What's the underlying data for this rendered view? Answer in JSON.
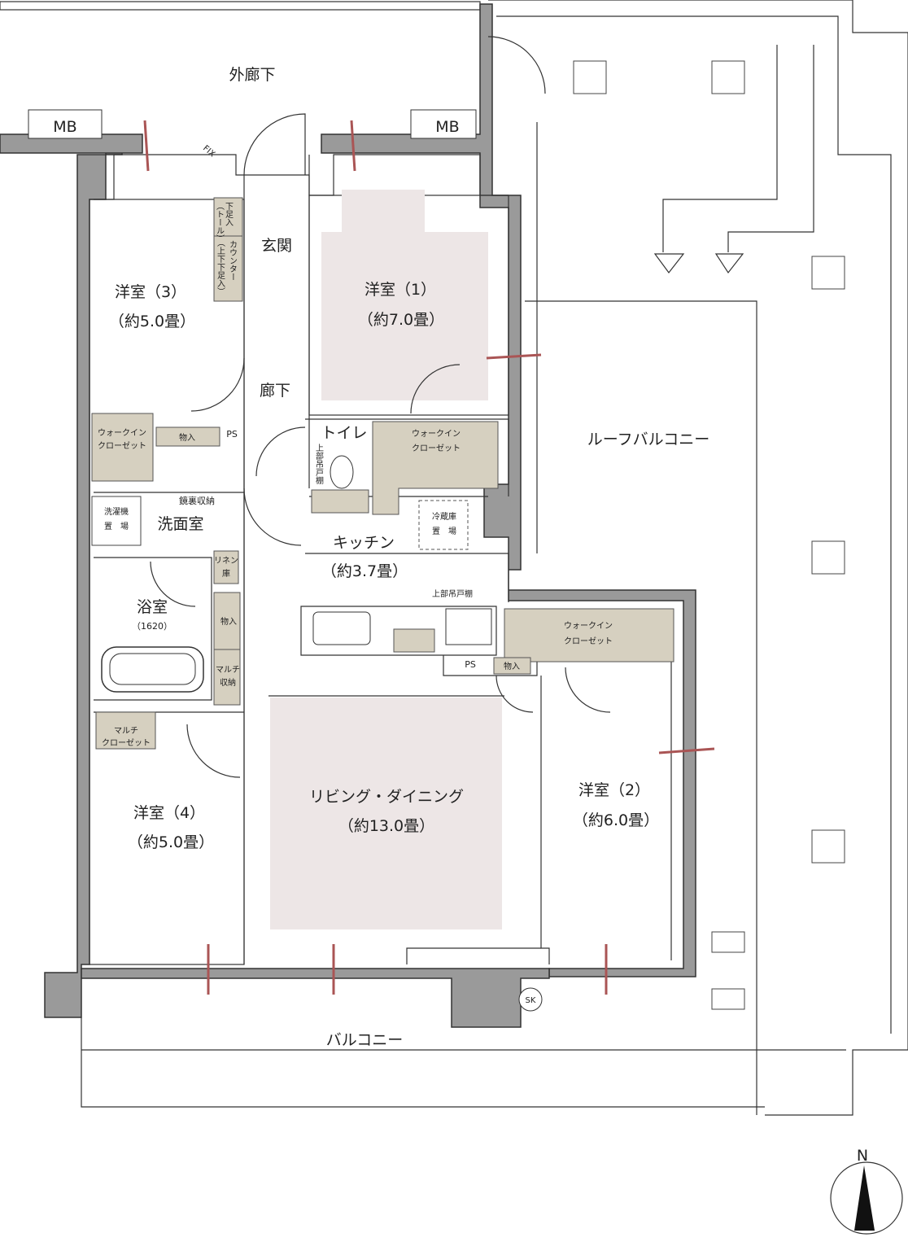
{
  "rooms": {
    "corridor_outer": "外廊下",
    "mb_left": "MB",
    "mb_right": "MB",
    "fix": "FIX",
    "entrance": "玄関",
    "hallway": "廊下",
    "bedroom3": {
      "name": "洋室（3）",
      "size": "（約5.0畳）"
    },
    "bedroom1": {
      "name": "洋室（1）",
      "size": "（約7.0畳）"
    },
    "bedroom2": {
      "name": "洋室（2）",
      "size": "（約6.0畳）"
    },
    "bedroom4": {
      "name": "洋室（4）",
      "size": "（約5.0畳）"
    },
    "toilet": "トイレ",
    "washroom": "洗面室",
    "bathroom": {
      "name": "浴室",
      "size": "（1620）"
    },
    "kitchen": {
      "name": "キッチン",
      "size": "（約3.7畳）"
    },
    "living": {
      "name": "リビング・ダイニング",
      "size": "（約13.0畳）"
    },
    "roof_balcony": "ルーフバルコニー",
    "balcony": "バルコニー"
  },
  "storage": {
    "shoe_low": "下足入",
    "shoe_low_sub": "（トール）",
    "counter": "カウンター",
    "counter_sub": "（上下下足入）",
    "walkin_left": [
      "ウォークイン",
      "クローゼット"
    ],
    "walkin_center": [
      "ウォークイン",
      "クローゼット"
    ],
    "walkin_right": [
      "ウォークイン",
      "クローゼット"
    ],
    "storage_ps_left": "物入",
    "ps_left": "PS",
    "mirror_storage": "鏡裏収納",
    "washer": [
      "洗濯機",
      "置　場"
    ],
    "linen": [
      "リネン",
      "庫"
    ],
    "storage_bath": "物入",
    "multi_storage": [
      "マルチ",
      "収納"
    ],
    "multi_closet": [
      "マルチ",
      "クローゼット"
    ],
    "upper_cabinet_toilet": "上部吊戸棚",
    "fridge": [
      "冷蔵庫",
      "置　場"
    ],
    "upper_cabinet_kitchen": "上部吊戸棚",
    "ps_kitchen": "PS",
    "storage_kitchen": "物入",
    "sk": "SK",
    "north": "N"
  },
  "colors": {
    "wall": "#9a9a9a",
    "closet": "#d6d0c0",
    "room_shade": "#ede6e6"
  }
}
